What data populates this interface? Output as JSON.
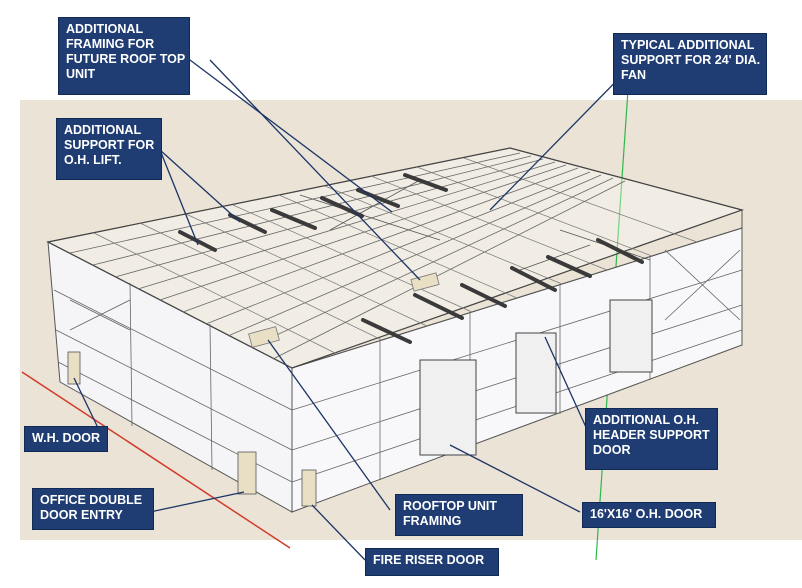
{
  "colors": {
    "callout_bg": "#1f3d73",
    "callout_text": "#ffffff",
    "background": "#eae3d6",
    "wall_fill": "#f7f7f9",
    "framing_line": "#555555",
    "leader_line": "#1c3566",
    "axis_red": "#d23a2a",
    "axis_green": "#2fb84a"
  },
  "callouts": {
    "future_rtu_framing": {
      "lines": [
        "ADDITIONAL",
        "FRAMING FOR",
        "FUTURE ROOF TOP",
        "UNIT"
      ]
    },
    "fan_support": {
      "lines": [
        "TYPICAL ADDITIONAL",
        "SUPPORT FOR 24' DIA.",
        "FAN"
      ]
    },
    "oh_lift_support": {
      "lines": [
        "ADDITIONAL",
        "SUPPORT FOR",
        "O.H. LIFT."
      ]
    },
    "wh_door": {
      "lines": [
        "W.H. DOOR"
      ]
    },
    "oh_header_support": {
      "lines": [
        "ADDITIONAL O.H.",
        "HEADER SUPPORT",
        "DOOR"
      ]
    },
    "office_double_door": {
      "lines": [
        "OFFICE DOUBLE",
        "DOOR ENTRY"
      ]
    },
    "rtu_framing": {
      "lines": [
        "ROOFTOP UNIT",
        "FRAMING"
      ]
    },
    "oh_door_size": {
      "lines": [
        "16'X16' O.H. DOOR"
      ]
    },
    "fire_riser_door": {
      "lines": [
        "FIRE RISER DOOR"
      ]
    }
  }
}
